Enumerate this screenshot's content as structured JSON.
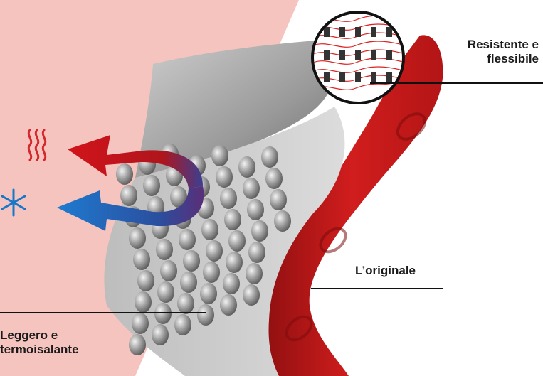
{
  "colors": {
    "left_background": "#f6c4bf",
    "red_layer": "#d01c1c",
    "grey_layer": "#a9a9a9",
    "hot_arrow": "#c8141b",
    "cold_arrow": "#1c6fc4",
    "heat_icon": "#d5282d",
    "cold_icon": "#1777c9"
  },
  "icons": {
    "heat": "heat-waves-icon",
    "cold": "snowflake-icon",
    "brand": "dunlop-d-logo"
  },
  "labels": {
    "top": "Resistente e\nflessibile",
    "middle": "L’originale",
    "bottom": "Leggero e\ntermoisalante"
  }
}
